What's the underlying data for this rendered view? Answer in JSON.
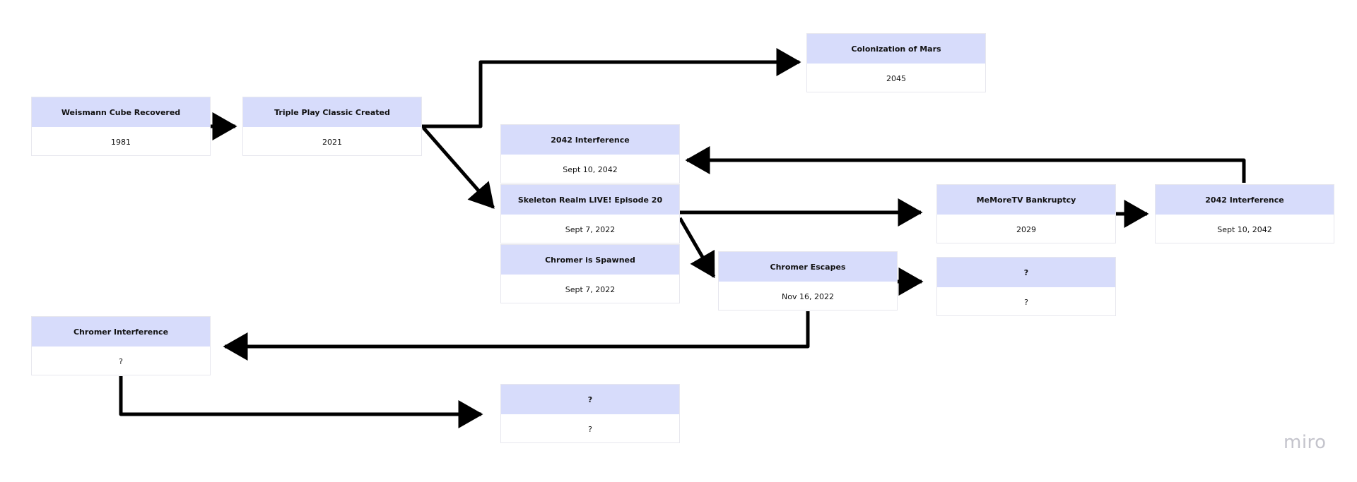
{
  "nodes": [
    {
      "title": "Weismann Cube Recovered",
      "date": "1981"
    },
    {
      "title": "Triple Play Classic Created",
      "date": "2021"
    },
    {
      "title": "Colonization of Mars",
      "date": "2045"
    },
    {
      "title": "2042 Interference",
      "date": "Sept 10, 2042"
    },
    {
      "title": "Skeleton Realm LIVE! Episode 20",
      "date": "Sept 7, 2022"
    },
    {
      "title": "Chromer is Spawned",
      "date": "Sept 7, 2022"
    },
    {
      "title": "Chromer Escapes",
      "date": "Nov 16, 2022"
    },
    {
      "title": "MeMoreTV Bankruptcy",
      "date": "2029"
    },
    {
      "title": "2042 Interference",
      "date": "Sept 10, 2042"
    },
    {
      "title": "?",
      "date": "?"
    },
    {
      "title": "Chromer Interference",
      "date": "?"
    },
    {
      "title": "?",
      "date": "?"
    }
  ],
  "edges": [
    {
      "from": "Weismann Cube Recovered",
      "to": "Triple Play Classic Created"
    },
    {
      "from": "Triple Play Classic Created",
      "to": "Colonization of Mars"
    },
    {
      "from": "Triple Play Classic Created",
      "to": "Skeleton Realm LIVE! Episode 20"
    },
    {
      "from": "Skeleton Realm LIVE! Episode 20",
      "to": "MeMoreTV Bankruptcy"
    },
    {
      "from": "MeMoreTV Bankruptcy",
      "to": "2042 Interference"
    },
    {
      "from": "2042 Interference",
      "to": "2042 Interference"
    },
    {
      "from": "Skeleton Realm LIVE! Episode 20",
      "to": "Chromer Escapes"
    },
    {
      "from": "Chromer Escapes",
      "to": "?"
    },
    {
      "from": "Chromer Escapes",
      "to": "Chromer Interference"
    },
    {
      "from": "Chromer Interference",
      "to": "?"
    }
  ],
  "colors": {
    "card_header": "#d7dcfb",
    "arrow": "#000000",
    "logo": "#c4c4cc"
  },
  "logo": "miro"
}
